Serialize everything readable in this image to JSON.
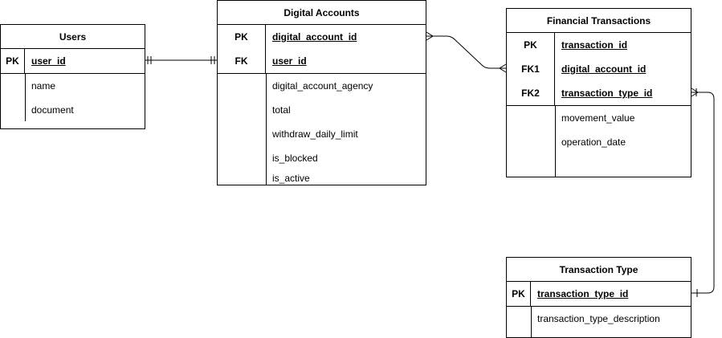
{
  "diagram": {
    "entities": {
      "users": {
        "title": "Users",
        "keys": [
          {
            "key": "PK",
            "field": "user_id"
          }
        ],
        "attributes": [
          "name",
          "document"
        ]
      },
      "digital_accounts": {
        "title": "Digital Accounts",
        "keys": [
          {
            "key": "PK",
            "field": "digital_account_id"
          },
          {
            "key": "FK",
            "field": "user_id"
          }
        ],
        "attributes": [
          "digital_account_agency",
          "total",
          "withdraw_daily_limit",
          "is_blocked",
          "is_active"
        ]
      },
      "financial_transactions": {
        "title": "Financial Transactions",
        "keys": [
          {
            "key": "PK",
            "field": "transaction_id"
          },
          {
            "key": "FK1",
            "field": "digital_account_id"
          },
          {
            "key": "FK2",
            "field": "transaction_type_id"
          }
        ],
        "attributes": [
          "movement_value",
          "operation_date"
        ]
      },
      "transaction_type": {
        "title": "Transaction Type",
        "keys": [
          {
            "key": "PK",
            "field": "transaction_type_id"
          }
        ],
        "attributes": [
          "transaction_type_description"
        ]
      }
    },
    "relationships": [
      {
        "from": "users",
        "to": "digital_accounts",
        "from_cardinality": "one-and-only-one",
        "to_cardinality": "one-and-only-one"
      },
      {
        "from": "digital_accounts",
        "to": "financial_transactions",
        "from_cardinality": "many",
        "to_cardinality": "many"
      },
      {
        "from": "transaction_type",
        "to": "financial_transactions",
        "from_cardinality": "one",
        "to_cardinality": "one-or-many"
      }
    ]
  }
}
